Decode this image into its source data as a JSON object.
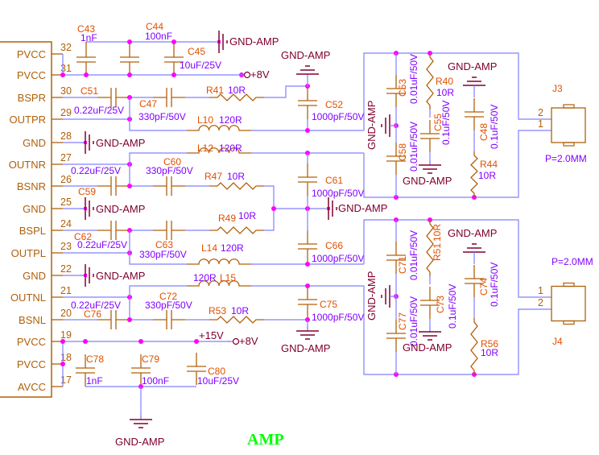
{
  "title": "AMP",
  "colors": {
    "wire": "#8080ff",
    "component": "#b0600a",
    "junction": "#ff00ff",
    "designator": "#e05000",
    "value": "#8000ff",
    "ground": "#800030",
    "title": "#00ff00"
  },
  "ic": {
    "pins": [
      {
        "num": "32",
        "name": "PVCC"
      },
      {
        "num": "31",
        "name": "PVCC"
      },
      {
        "num": "30",
        "name": "BSPR"
      },
      {
        "num": "29",
        "name": "OUTPR"
      },
      {
        "num": "28",
        "name": "GND"
      },
      {
        "num": "27",
        "name": "OUTNR"
      },
      {
        "num": "26",
        "name": "BSNR"
      },
      {
        "num": "25",
        "name": "GND"
      },
      {
        "num": "24",
        "name": "BSPL"
      },
      {
        "num": "23",
        "name": "OUTPL"
      },
      {
        "num": "22",
        "name": "GND"
      },
      {
        "num": "21",
        "name": "OUTNL"
      },
      {
        "num": "20",
        "name": "BSNL"
      },
      {
        "num": "19",
        "name": "PVCC"
      },
      {
        "num": "18",
        "name": "PVCC"
      },
      {
        "num": "17",
        "name": "AVCC"
      }
    ]
  },
  "nets": {
    "ground": "GND-AMP",
    "plus8v": "+8V",
    "plus15v": "+15V"
  },
  "parts": {
    "C43": {
      "ref": "C43",
      "value": "1nF"
    },
    "C44": {
      "ref": "C44",
      "value": "100nF"
    },
    "C45": {
      "ref": "C45",
      "value": "10uF/25V"
    },
    "C51": {
      "ref": "C51",
      "value": "0.22uF/25V"
    },
    "C47": {
      "ref": "C47",
      "value": "330pF/50V"
    },
    "R41": {
      "ref": "R41",
      "value": "10R"
    },
    "C52": {
      "ref": "C52",
      "value": "1000pF/50V"
    },
    "L10": {
      "ref": "L10",
      "value": "120R"
    },
    "L12": {
      "ref": "L12",
      "value": "120R"
    },
    "C59": {
      "ref": "C59",
      "value": "0.22uF/25V"
    },
    "C60": {
      "ref": "C60",
      "value": "330pF/50V"
    },
    "R47": {
      "ref": "R47",
      "value": "10R"
    },
    "C61": {
      "ref": "C61",
      "value": "1000pF/50V"
    },
    "C62": {
      "ref": "C62",
      "value": "0.22uF/25V"
    },
    "C63": {
      "ref": "C63",
      "value": "330pF/50V"
    },
    "R49": {
      "ref": "R49",
      "value": "10R"
    },
    "L14": {
      "ref": "L14",
      "value": "120R"
    },
    "C66": {
      "ref": "C66",
      "value": "1000pF/50V"
    },
    "L15": {
      "ref": "L15",
      "value": "120R"
    },
    "C76": {
      "ref": "C76",
      "value": "0.22uF/25V"
    },
    "C72": {
      "ref": "C72",
      "value": "330pF/50V"
    },
    "R53": {
      "ref": "R53",
      "value": "10R"
    },
    "C75": {
      "ref": "C75",
      "value": "1000pF/50V"
    },
    "C78": {
      "ref": "C78",
      "value": "1nF"
    },
    "C79": {
      "ref": "C79",
      "value": "100nF"
    },
    "C80": {
      "ref": "C80",
      "value": "10uF/25V"
    },
    "C53": {
      "ref": "C53",
      "value": "0.01uF/50V"
    },
    "C58": {
      "ref": "C58",
      "value": "0.01uF/50V"
    },
    "R40": {
      "ref": "R40",
      "value": "10R"
    },
    "C55": {
      "ref": "C55",
      "value": "0.1uF/50V"
    },
    "C48": {
      "ref": "C48",
      "value": "0.1uF/50V"
    },
    "R44": {
      "ref": "R44",
      "value": "10R"
    },
    "C71": {
      "ref": "C71",
      "value": "0.01uF/50V"
    },
    "C77": {
      "ref": "C77",
      "value": "0.01uF/50V"
    },
    "R51": {
      "ref": "R51",
      "value": "10R"
    },
    "C73": {
      "ref": "C73",
      "value": "0.1uF/50V"
    },
    "C74": {
      "ref": "C74",
      "value": "0.1uF/50V"
    },
    "R56": {
      "ref": "R56",
      "value": "10R"
    }
  },
  "connectors": [
    {
      "ref": "J3",
      "pin_top": "2",
      "pin_bottom": "1",
      "pitch": "P=2.0MM"
    },
    {
      "ref": "J4",
      "pin_top": "1",
      "pin_bottom": "2",
      "pitch": "P=2.0MM"
    }
  ]
}
